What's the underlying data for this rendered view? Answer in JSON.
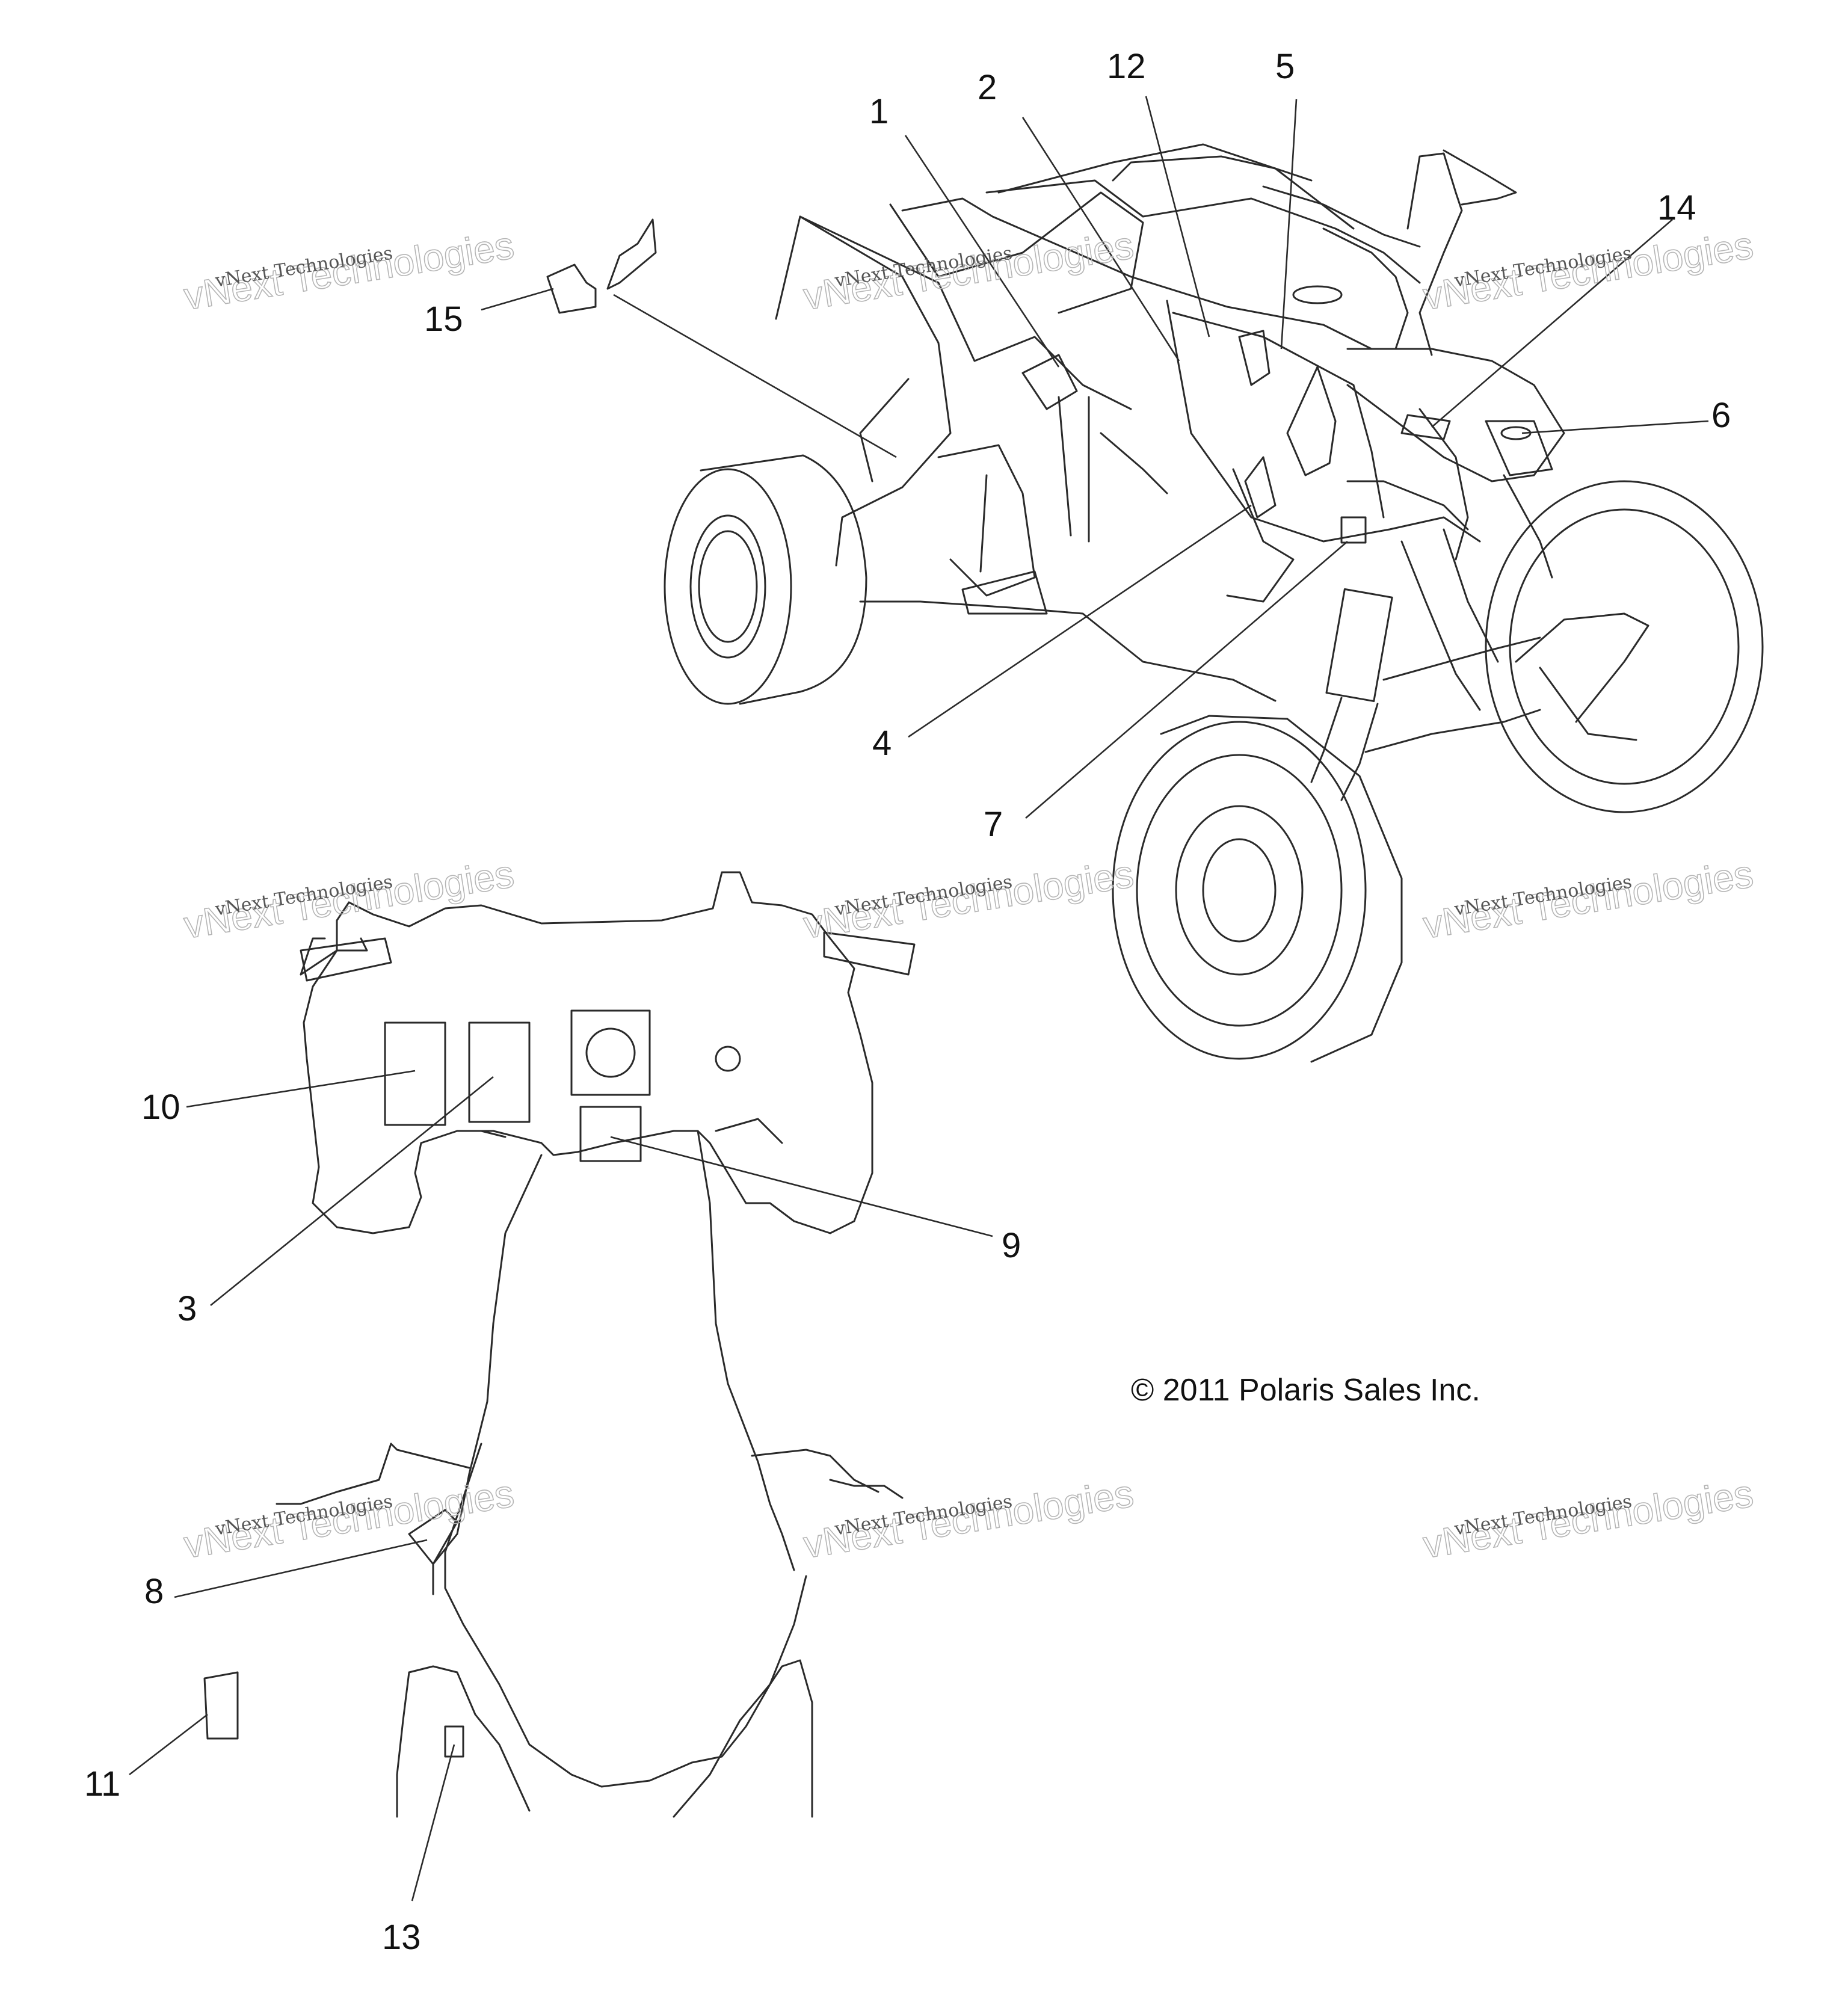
{
  "callouts": [
    "1",
    "2",
    "3",
    "4",
    "5",
    "6",
    "7",
    "8",
    "9",
    "10",
    "11",
    "12",
    "13",
    "14",
    "15"
  ],
  "copyright": "© 2011 Polaris Sales Inc.",
  "watermark": {
    "line1": "vNext Technologies",
    "line2": "vNext Technologies"
  }
}
